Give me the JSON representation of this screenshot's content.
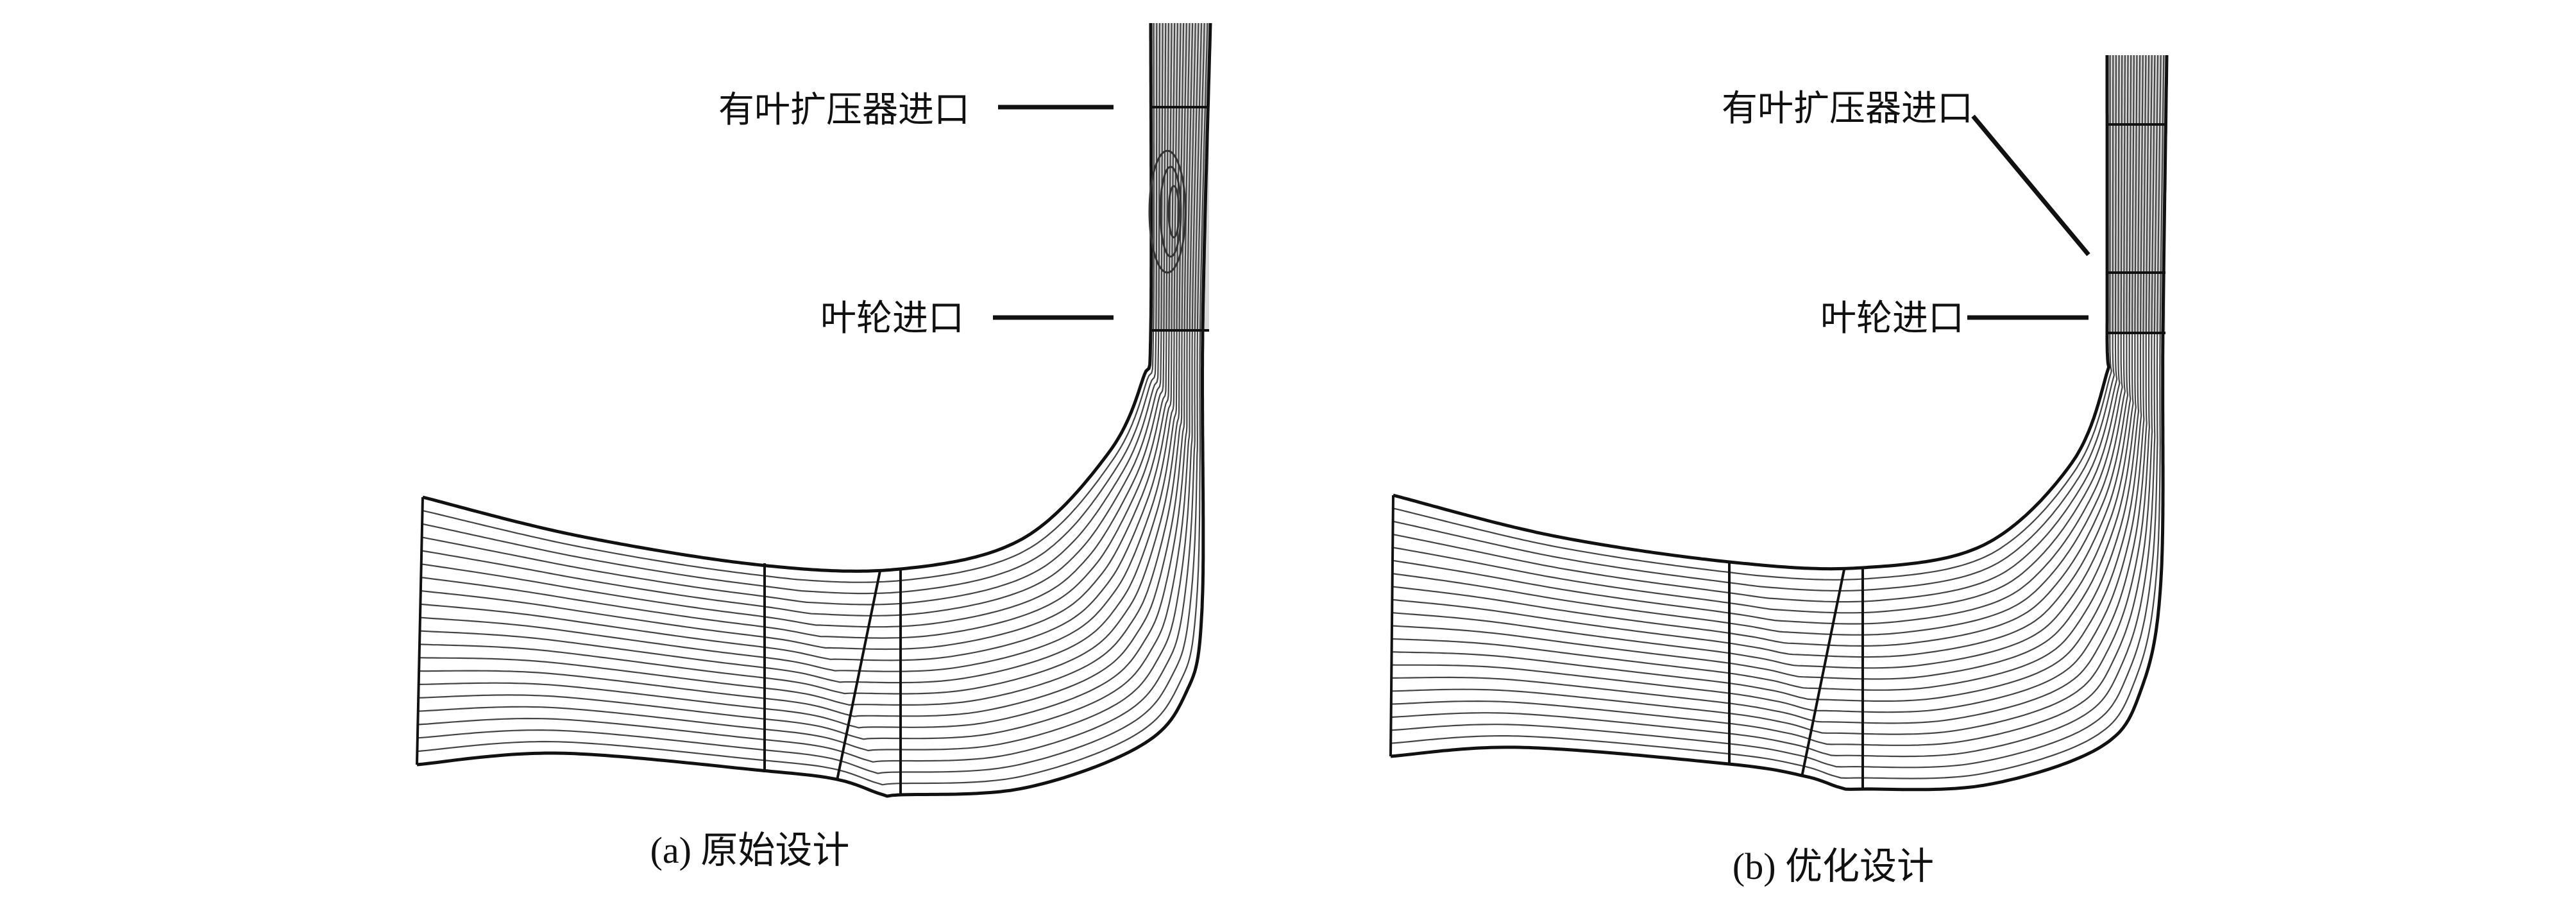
{
  "panels": [
    {
      "caption": "(a) 原始设计",
      "diffuser_inlet_label": "有叶扩压器进口",
      "impeller_inlet_label": "叶轮进口"
    },
    {
      "caption": "(b) 优化设计",
      "diffuser_inlet_label": "有叶扩压器进口",
      "impeller_inlet_label": "叶轮进口"
    }
  ],
  "colors": {
    "line": "#111111",
    "streamline": "#444444",
    "channel_shade": "#b8b8b8"
  }
}
